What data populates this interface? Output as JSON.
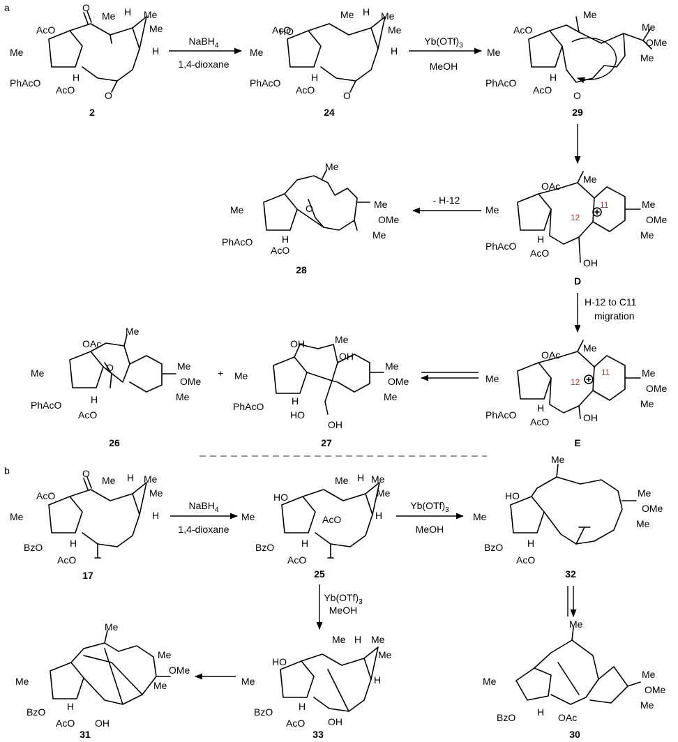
{
  "panels": {
    "a": "a",
    "b": "b"
  },
  "compounds": {
    "c2": "2",
    "c24": "24",
    "c29": "29",
    "cD": "D",
    "c28": "28",
    "cE": "E",
    "c26": "26",
    "c27": "27",
    "c17": "17",
    "c25": "25",
    "c32": "32",
    "c33": "33",
    "c31": "31",
    "c30": "30"
  },
  "reagents": {
    "nabh4_a": "NaBH4",
    "dioxane_a": "1,4-dioxane",
    "yb_a": "Yb(OTf)3",
    "meoh_a": "MeOH",
    "minus_h12": "- H-12",
    "h12_migration_1": "H-12 to C11",
    "h12_migration_2": "migration",
    "nabh4_b": "NaBH4",
    "dioxane_b": "1,4-dioxane",
    "yb_b": "Yb(OTf)3",
    "meoh_b": "MeOH",
    "yb_b2": "Yb(OTf)3",
    "meoh_b2": "MeOH"
  },
  "plus_sign": "+",
  "atom_labels": {
    "ac_o": "AcO",
    "me": "Me",
    "h": "H",
    "o": "O",
    "ho": "HO",
    "oh": "OH",
    "phaco": "PhAcO",
    "bzo": "BzO",
    "oac": "OAc",
    "ome": "OMe",
    "c11": "11",
    "c12": "12"
  }
}
